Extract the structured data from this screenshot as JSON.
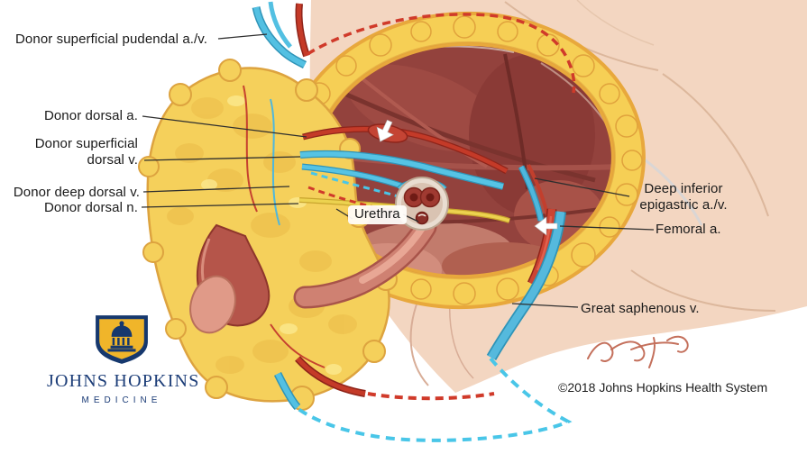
{
  "illustration": {
    "labels": {
      "donor_superficial_pudendal": "Donor superficial pudendal a./v.",
      "donor_dorsal_a": "Donor dorsal a.",
      "donor_superficial_dorsal_v": "Donor superficial dorsal v.",
      "donor_deep_dorsal_v": "Donor deep dorsal v.",
      "donor_dorsal_n": "Donor dorsal n.",
      "urethra": "Urethra",
      "deep_inferior_epigastric": "Deep inferior epigastric a./v.",
      "femoral_a": "Femoral a.",
      "great_saphenous_v": "Great saphenous v."
    },
    "colors": {
      "fat": "#f5d05b",
      "fat_outline": "#dda33f",
      "muscle": "#93423d",
      "artery": "#c43a28",
      "vein": "#53c0e2",
      "nerve": "#ecd24f",
      "skin": "#f3d6c1",
      "label_text": "#1a1a1a"
    },
    "icons": {
      "arrow": "white-arrow-icon",
      "signature": "artist-signature"
    }
  },
  "branding": {
    "org_name": "JOHNS HOPKINS",
    "division": "MEDICINE",
    "logo_icon": "johns-hopkins-shield-icon",
    "brand_blue": "#1c3d78",
    "brand_gold": "#f0b52a"
  },
  "footer": {
    "copyright": "©2018 Johns Hopkins Health System"
  }
}
